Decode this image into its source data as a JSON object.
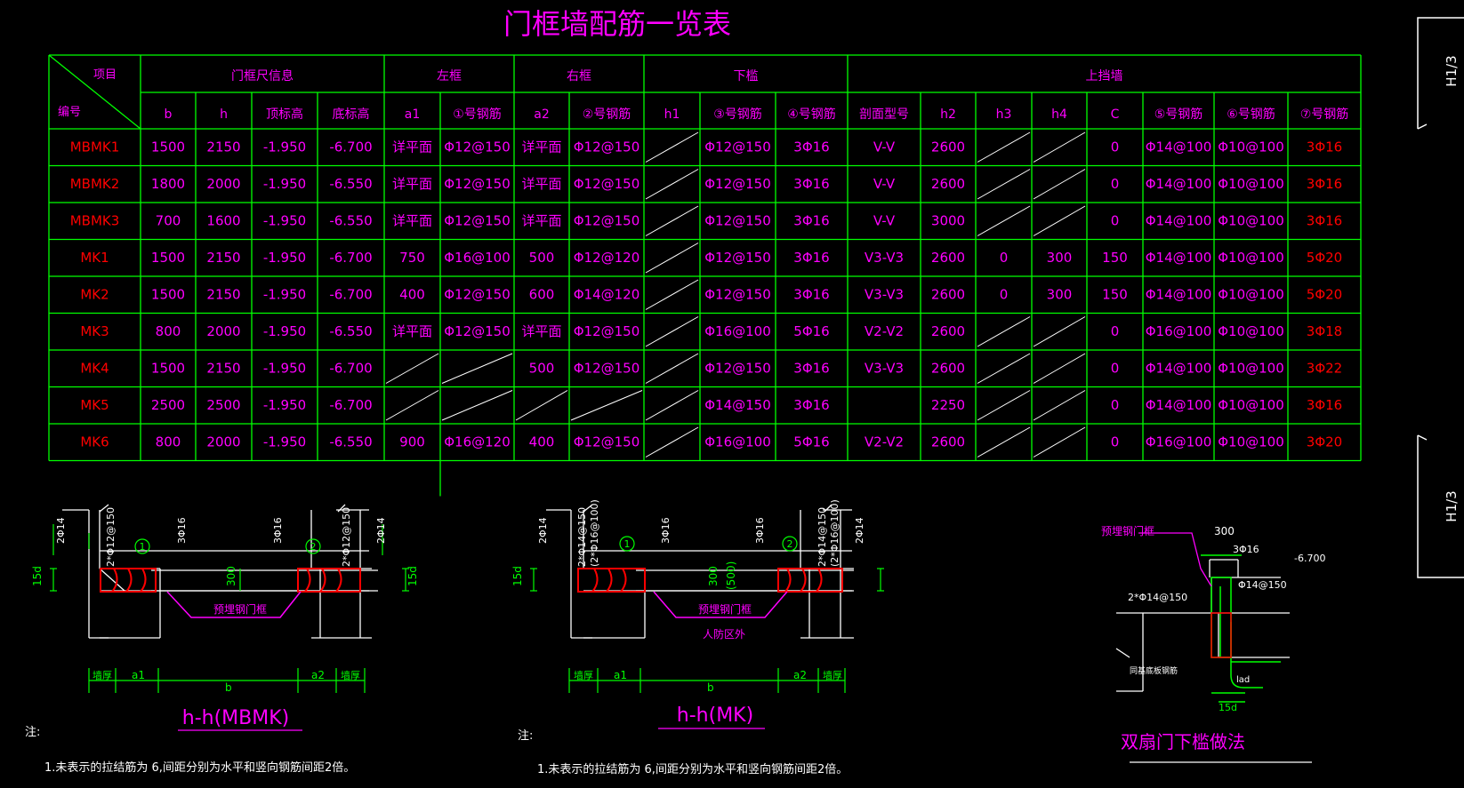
{
  "colors": {
    "background": "#000000",
    "grid": "#00ff00",
    "text": "#ff00ff",
    "code": "#ff0000",
    "rebar": "#ff0000",
    "dim": "#00ff00",
    "wall": "#ffffff",
    "rebar_text": "#ffffff",
    "link": "#ff00ff"
  },
  "title": "门框墙配筋一览表",
  "table": {
    "corner_top": "项目",
    "corner_bottom": "编号",
    "groups": [
      "门框尺信息",
      "左框",
      "右框",
      "下槛",
      "上挡墙"
    ],
    "columns": [
      "b",
      "h",
      "顶标高",
      "底标高",
      "a1",
      "①号钢筋",
      "a2",
      "②号钢筋",
      "h1",
      "③号钢筋",
      "④号钢筋",
      "剖面型号",
      "h2",
      "h3",
      "h4",
      "C",
      "⑤号钢筋",
      "⑥号钢筋",
      "⑦号钢筋"
    ],
    "rows": [
      {
        "code": "MBMK1",
        "cells": [
          "1500",
          "2150",
          "-1.950",
          "-6.700",
          "详平面",
          "Φ12@150",
          "详平面",
          "Φ12@150",
          "/",
          "Φ12@150",
          "3Φ16",
          "V-V",
          "2600",
          "/",
          "/",
          "0",
          "Φ14@100",
          "Φ10@100",
          "3Φ16"
        ]
      },
      {
        "code": "MBMK2",
        "cells": [
          "1800",
          "2000",
          "-1.950",
          "-6.550",
          "详平面",
          "Φ12@150",
          "详平面",
          "Φ12@150",
          "/",
          "Φ12@150",
          "3Φ16",
          "V-V",
          "2600",
          "/",
          "/",
          "0",
          "Φ14@100",
          "Φ10@100",
          "3Φ16"
        ]
      },
      {
        "code": "MBMK3",
        "cells": [
          "700",
          "1600",
          "-1.950",
          "-6.550",
          "详平面",
          "Φ12@150",
          "详平面",
          "Φ12@150",
          "/",
          "Φ12@150",
          "3Φ16",
          "V-V",
          "3000",
          "/",
          "/",
          "0",
          "Φ14@100",
          "Φ10@100",
          "3Φ16"
        ]
      },
      {
        "code": "MK1",
        "cells": [
          "1500",
          "2150",
          "-1.950",
          "-6.700",
          "750",
          "Φ16@100",
          "500",
          "Φ12@120",
          "/",
          "Φ12@150",
          "3Φ16",
          "V3-V3",
          "2600",
          "0",
          "300",
          "150",
          "Φ14@100",
          "Φ10@100",
          "5Φ20"
        ]
      },
      {
        "code": "MK2",
        "cells": [
          "1500",
          "2150",
          "-1.950",
          "-6.700",
          "400",
          "Φ12@150",
          "600",
          "Φ14@120",
          "/",
          "Φ12@150",
          "3Φ16",
          "V3-V3",
          "2600",
          "0",
          "300",
          "150",
          "Φ14@100",
          "Φ10@100",
          "5Φ20"
        ]
      },
      {
        "code": "MK3",
        "cells": [
          "800",
          "2000",
          "-1.950",
          "-6.550",
          "详平面",
          "Φ12@150",
          "详平面",
          "Φ12@150",
          "/",
          "Φ16@100",
          "5Φ16",
          "V2-V2",
          "2600",
          "/",
          "/",
          "0",
          "Φ16@100",
          "Φ10@100",
          "3Φ18"
        ]
      },
      {
        "code": "MK4",
        "cells": [
          "1500",
          "2150",
          "-1.950",
          "-6.700",
          "/",
          "/",
          "500",
          "Φ12@150",
          "/",
          "Φ12@150",
          "3Φ16",
          "V3-V3",
          "2600",
          "/",
          "/",
          "0",
          "Φ14@100",
          "Φ10@100",
          "3Φ22"
        ]
      },
      {
        "code": "MK5",
        "cells": [
          "2500",
          "2500",
          "-1.950",
          "-6.700",
          "/",
          "/",
          "/",
          "/",
          "/",
          "Φ14@150",
          "3Φ16",
          "",
          "2250",
          "/",
          "/",
          "0",
          "Φ14@100",
          "Φ10@100",
          "3Φ16"
        ]
      },
      {
        "code": "MK6",
        "cells": [
          "800",
          "2000",
          "-1.950",
          "-6.550",
          "900",
          "Φ16@120",
          "400",
          "Φ12@150",
          "/",
          "Φ16@100",
          "5Φ16",
          "V2-V2",
          "2600",
          "/",
          "/",
          "0",
          "Φ16@100",
          "Φ10@100",
          "3Φ20"
        ]
      }
    ]
  },
  "side_labels": [
    "H1/3",
    "H1/3"
  ],
  "detail1": {
    "title": "h-h(MBMK)",
    "left_bar": "2Φ14",
    "left_bar2": "2*Φ12@150",
    "mid_bar_l": "3Φ16",
    "mid_bar_r": "3Φ16",
    "right_bar2": "2*Φ12@150",
    "right_bar": "2Φ14",
    "marker_l": "1",
    "marker_r": "2",
    "dim_15d_l": "15d",
    "dim_15d_r": "15d",
    "dim_300": "300",
    "embed_label": "预埋钢门框",
    "dims": [
      "墙厚",
      "a1",
      "b",
      "a2",
      "墙厚"
    ]
  },
  "detail2": {
    "title": "h-h(MK)",
    "left_bar": "2Φ14",
    "left_bar2": "2*Φ14@150",
    "left_bar3": "(2*Φ16@100)",
    "mid_bar_l": "3Φ16",
    "mid_bar_r": "3Φ16",
    "right_bar2": "2*Φ14@150",
    "right_bar3": "(2*Φ16@100)",
    "right_bar": "2Φ14",
    "marker_l": "1",
    "marker_r": "2",
    "dim_15d": "15d",
    "dim_300": "300",
    "dim_500": "(500)",
    "embed_label": "预埋钢门框",
    "outside_label": "人防区外",
    "dims": [
      "墙厚",
      "a1",
      "b",
      "a2",
      "墙厚"
    ]
  },
  "detail3": {
    "title": "双扇门下槛做法",
    "embed_label": "预埋钢门框",
    "dim_300": "300",
    "bar_top": "3Φ16",
    "elevation": "-6.700",
    "bar_right": "Φ14@150",
    "bar_left": "2*Φ14@150",
    "slab_label": "同基底板钢筋",
    "lad": "lad",
    "dim_15d": "15d"
  },
  "notes": [
    {
      "label": "注:",
      "text": "1.未表示的拉结筋为  6,间距分别为水平和竖向钢筋间距2倍。"
    },
    {
      "label": "注:",
      "text": "1.未表示的拉结筋为  6,间距分别为水平和竖向钢筋间距2倍。"
    }
  ]
}
